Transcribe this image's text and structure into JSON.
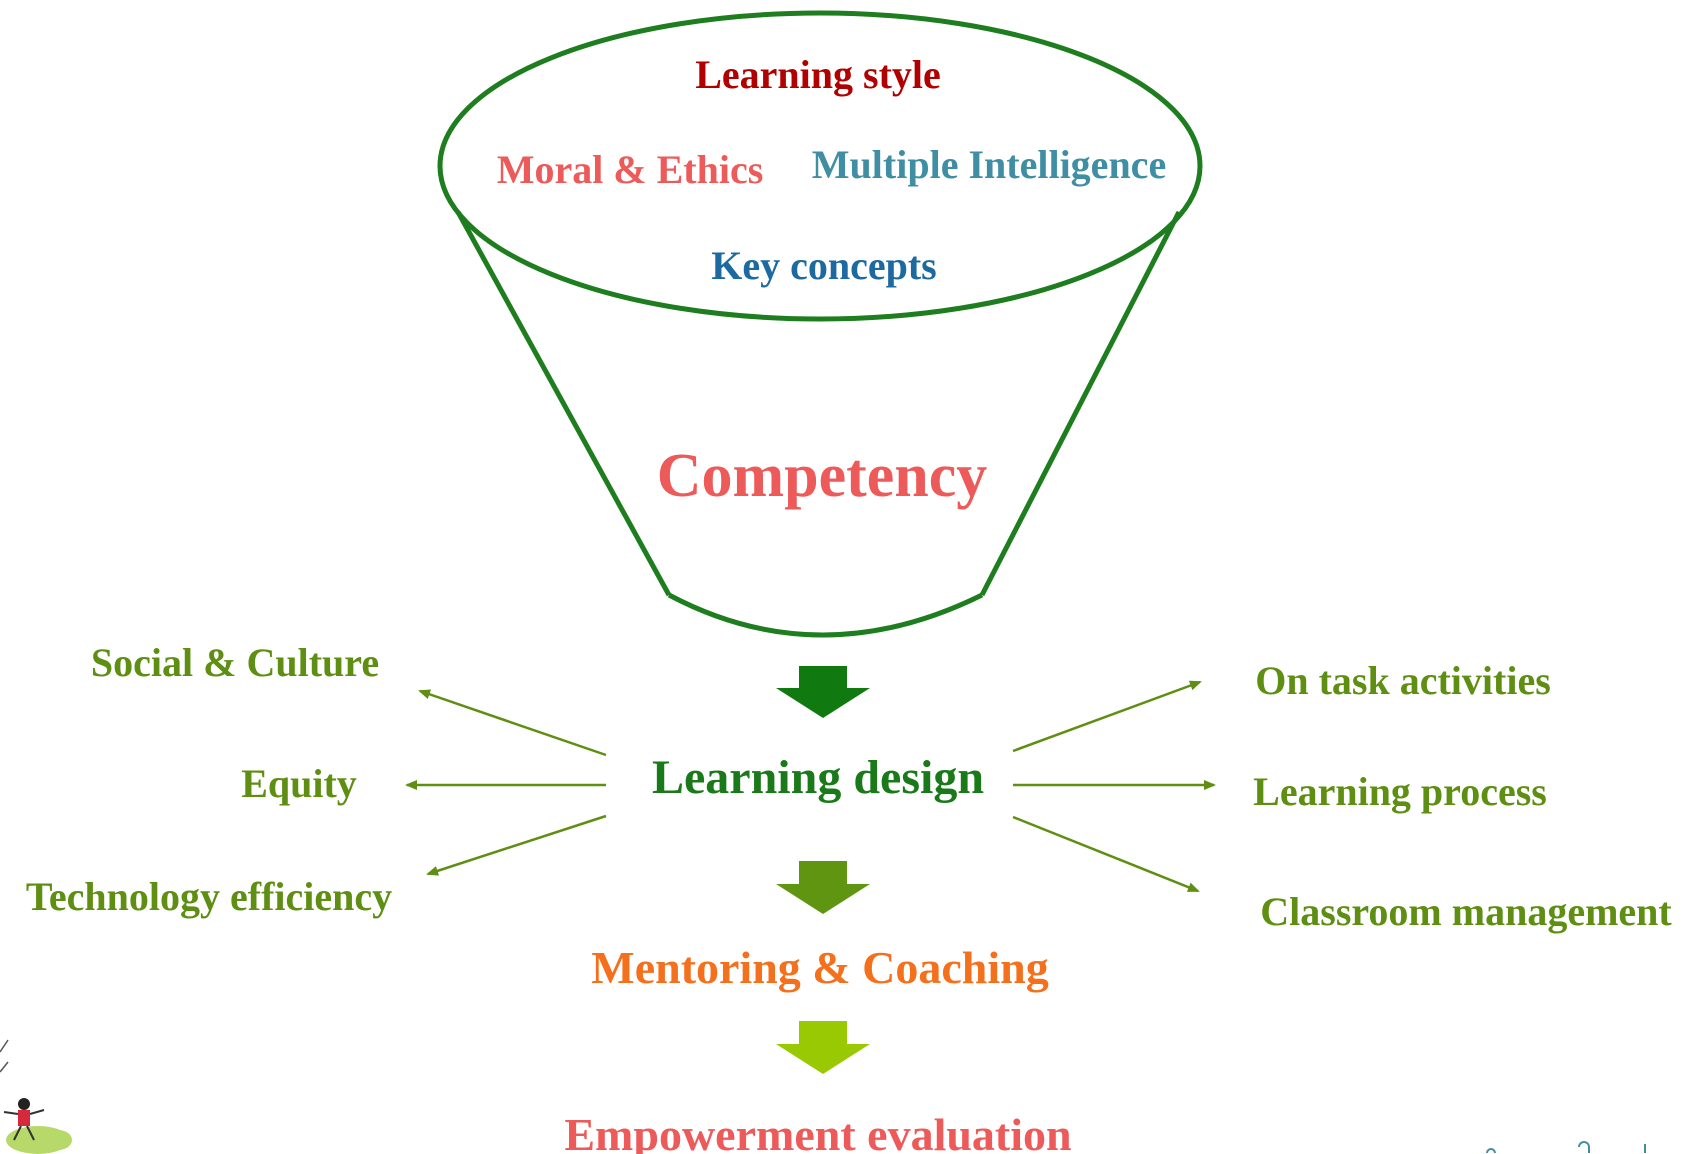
{
  "funnel": {
    "top_items": {
      "learning_style": "Learning style",
      "moral_ethics": "Moral & Ethics",
      "multiple_intelligence": "Multiple Intelligence",
      "key_concepts": "Key concepts"
    },
    "center_label": "Competency"
  },
  "flow": {
    "learning_design": "Learning design",
    "mentoring_coaching": "Mentoring & Coaching",
    "empowerment_evaluation": "Empowerment evaluation"
  },
  "left_branches": {
    "social_culture": "Social & Culture",
    "equity": "Equity",
    "technology_efficiency": "Technology efficiency"
  },
  "right_branches": {
    "on_task_activities": "On task activities",
    "learning_process": "Learning process",
    "classroom_management": "Classroom management"
  },
  "colors": {
    "funnel_stroke": "#1e7d1e",
    "dark_red": "#b00000",
    "salmon": "#ec5a5a",
    "teal": "#3f8ea3",
    "navy_blue": "#1c6aa0",
    "dark_green": "#1a7a1a",
    "olive_green": "#5e8f12",
    "orange": "#f5701c",
    "arrow_dark_green": "#107a10",
    "arrow_mid_green": "#5f9511",
    "arrow_light_green": "#99c902"
  }
}
